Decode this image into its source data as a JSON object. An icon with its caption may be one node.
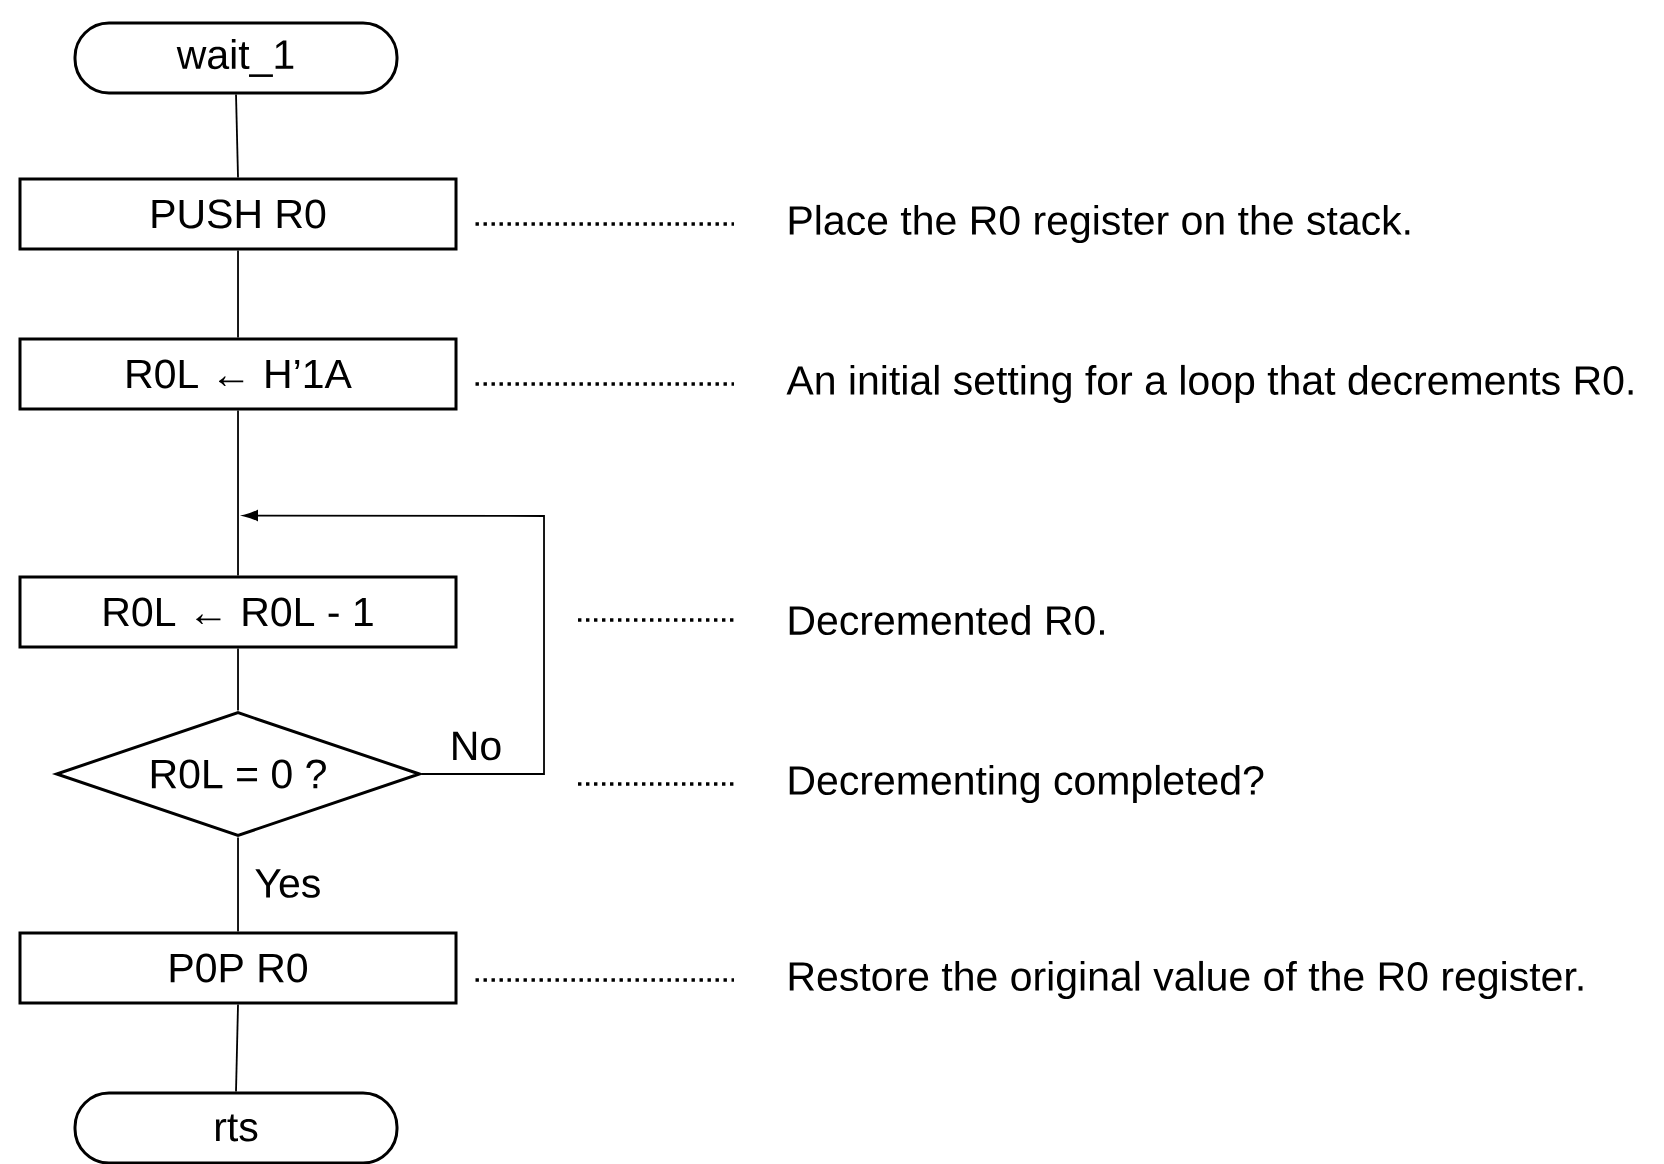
{
  "diagram": {
    "nodes": [
      {
        "text": [
          "wait_1"
        ]
      },
      {
        "text": [
          "PUSH R0"
        ]
      },
      {
        "text": [
          "R0L ← H’1A"
        ]
      },
      {
        "text": [
          "R0L ← R0L - 1"
        ]
      },
      {
        "text": [
          "R0L = 0 ?"
        ]
      },
      {
        "text": [
          "P0P R0"
        ]
      },
      {
        "text": [
          "rts"
        ]
      },
      {
        "text": [
          "Place the R0 register on the stack."
        ]
      },
      {
        "text": [
          "An initial setting for a loop that decrements R0."
        ]
      },
      {
        "text": [
          "Decremented R0."
        ]
      },
      {
        "text": [
          "Decrementing completed?"
        ]
      },
      {
        "text": [
          "Restore the original value of the R0 register."
        ]
      }
    ],
    "edges": [
      {
        "from": 0,
        "to": 1,
        "arrow": "none"
      },
      {
        "from": 1,
        "to": 2,
        "arrow": "none"
      },
      {
        "from": 2,
        "to": 3,
        "arrow": "none"
      },
      {
        "from": 3,
        "to": 4,
        "arrow": "none"
      },
      {
        "from": 4,
        "to": 5,
        "arrow": "none",
        "label": "Yes"
      },
      {
        "from": 5,
        "to": 6,
        "arrow": "none"
      },
      {
        "from": 4,
        "to": 3,
        "arrow": "to",
        "label": "No"
      },
      {
        "from": 1,
        "to": 7,
        "arrow": "none",
        "style": "dashed"
      },
      {
        "from": 2,
        "to": 8,
        "arrow": "none",
        "style": "dashed"
      },
      {
        "from": null,
        "to": 9,
        "arrow": "none",
        "style": "dashed"
      },
      {
        "from": null,
        "to": 10,
        "arrow": "none",
        "style": "dashed"
      },
      {
        "from": 5,
        "to": 11,
        "arrow": "none",
        "style": "dashed"
      }
    ]
  }
}
